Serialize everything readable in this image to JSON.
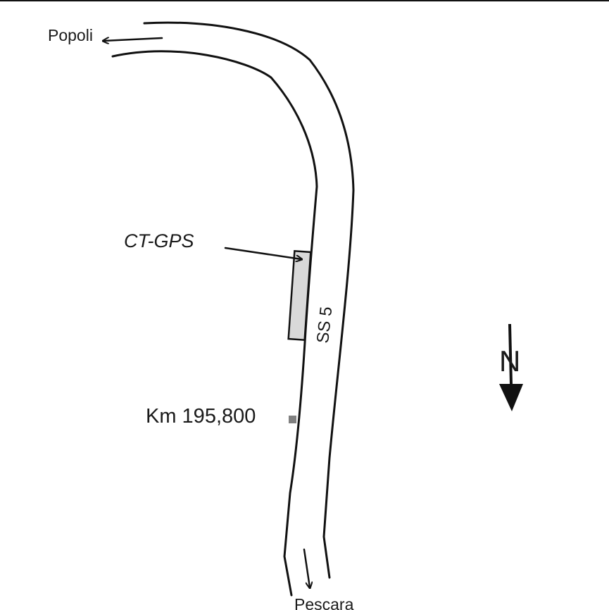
{
  "labels": {
    "origin_town": "Popoli",
    "destination_town": "Pescara",
    "instrument": "CT-GPS",
    "road_name": "SS 5",
    "km_marker": "Km 195,800",
    "north_symbol": "N"
  },
  "colors": {
    "line": "#111111",
    "instrument_fill": "#d9d9d9",
    "km_marker_fill": "#808080"
  }
}
